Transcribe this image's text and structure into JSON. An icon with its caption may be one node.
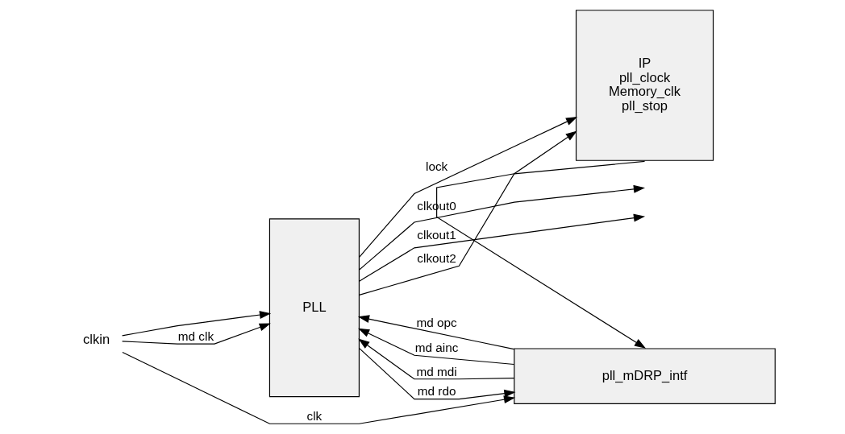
{
  "diagram": {
    "nodes": [
      {
        "text": [
          "clkin"
        ]
      },
      {
        "text": [
          "PLL"
        ]
      },
      {
        "text": [
          "IP",
          "pll_clock",
          "Memory_clk",
          "pll_stop"
        ]
      },
      {
        "text": [
          "pll_mDRP_intf"
        ]
      }
    ],
    "edges": [
      {
        "from": 0,
        "to": 1,
        "arrow": "to"
      },
      {
        "from": 0,
        "to": 1,
        "label": "md clk",
        "arrow": "to"
      },
      {
        "from": 0,
        "to": 3,
        "label": "clk",
        "arrow": "to"
      },
      {
        "from": 1,
        "to": 2,
        "label": "lock",
        "arrow": "to"
      },
      {
        "from": 1,
        "to": null,
        "label": "clkout0",
        "arrow": "to"
      },
      {
        "from": 1,
        "to": null,
        "label": "clkout1",
        "arrow": "to"
      },
      {
        "from": 1,
        "to": 2,
        "label": "clkout2",
        "arrow": "to"
      },
      {
        "from": 3,
        "to": 1,
        "label": "md opc",
        "arrow": "to"
      },
      {
        "from": 3,
        "to": 1,
        "label": "md ainc",
        "arrow": "to"
      },
      {
        "from": 3,
        "to": 1,
        "label": "md mdi",
        "arrow": "to"
      },
      {
        "from": 1,
        "to": 3,
        "label": "md rdo",
        "arrow": "to"
      },
      {
        "from": 2,
        "to": 3,
        "arrow": "to"
      }
    ]
  }
}
